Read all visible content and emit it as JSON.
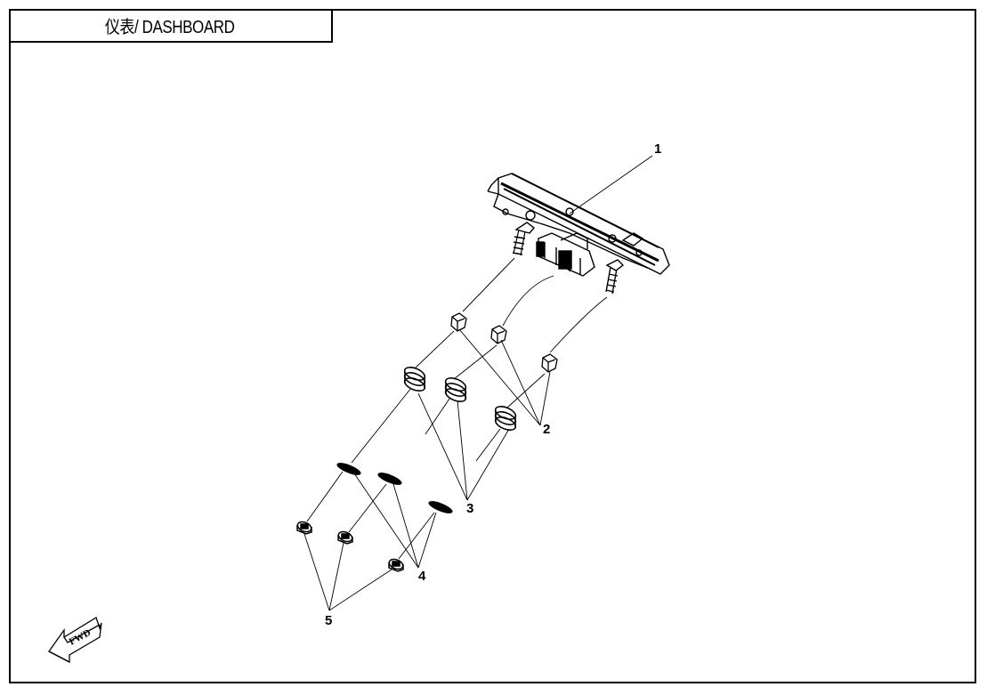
{
  "title": "仪表/ DASHBOARD",
  "callouts": [
    "1",
    "2",
    "3",
    "4",
    "5"
  ],
  "direction_arrow": {
    "label": "FWD",
    "icon": "forward-arrow-icon"
  }
}
